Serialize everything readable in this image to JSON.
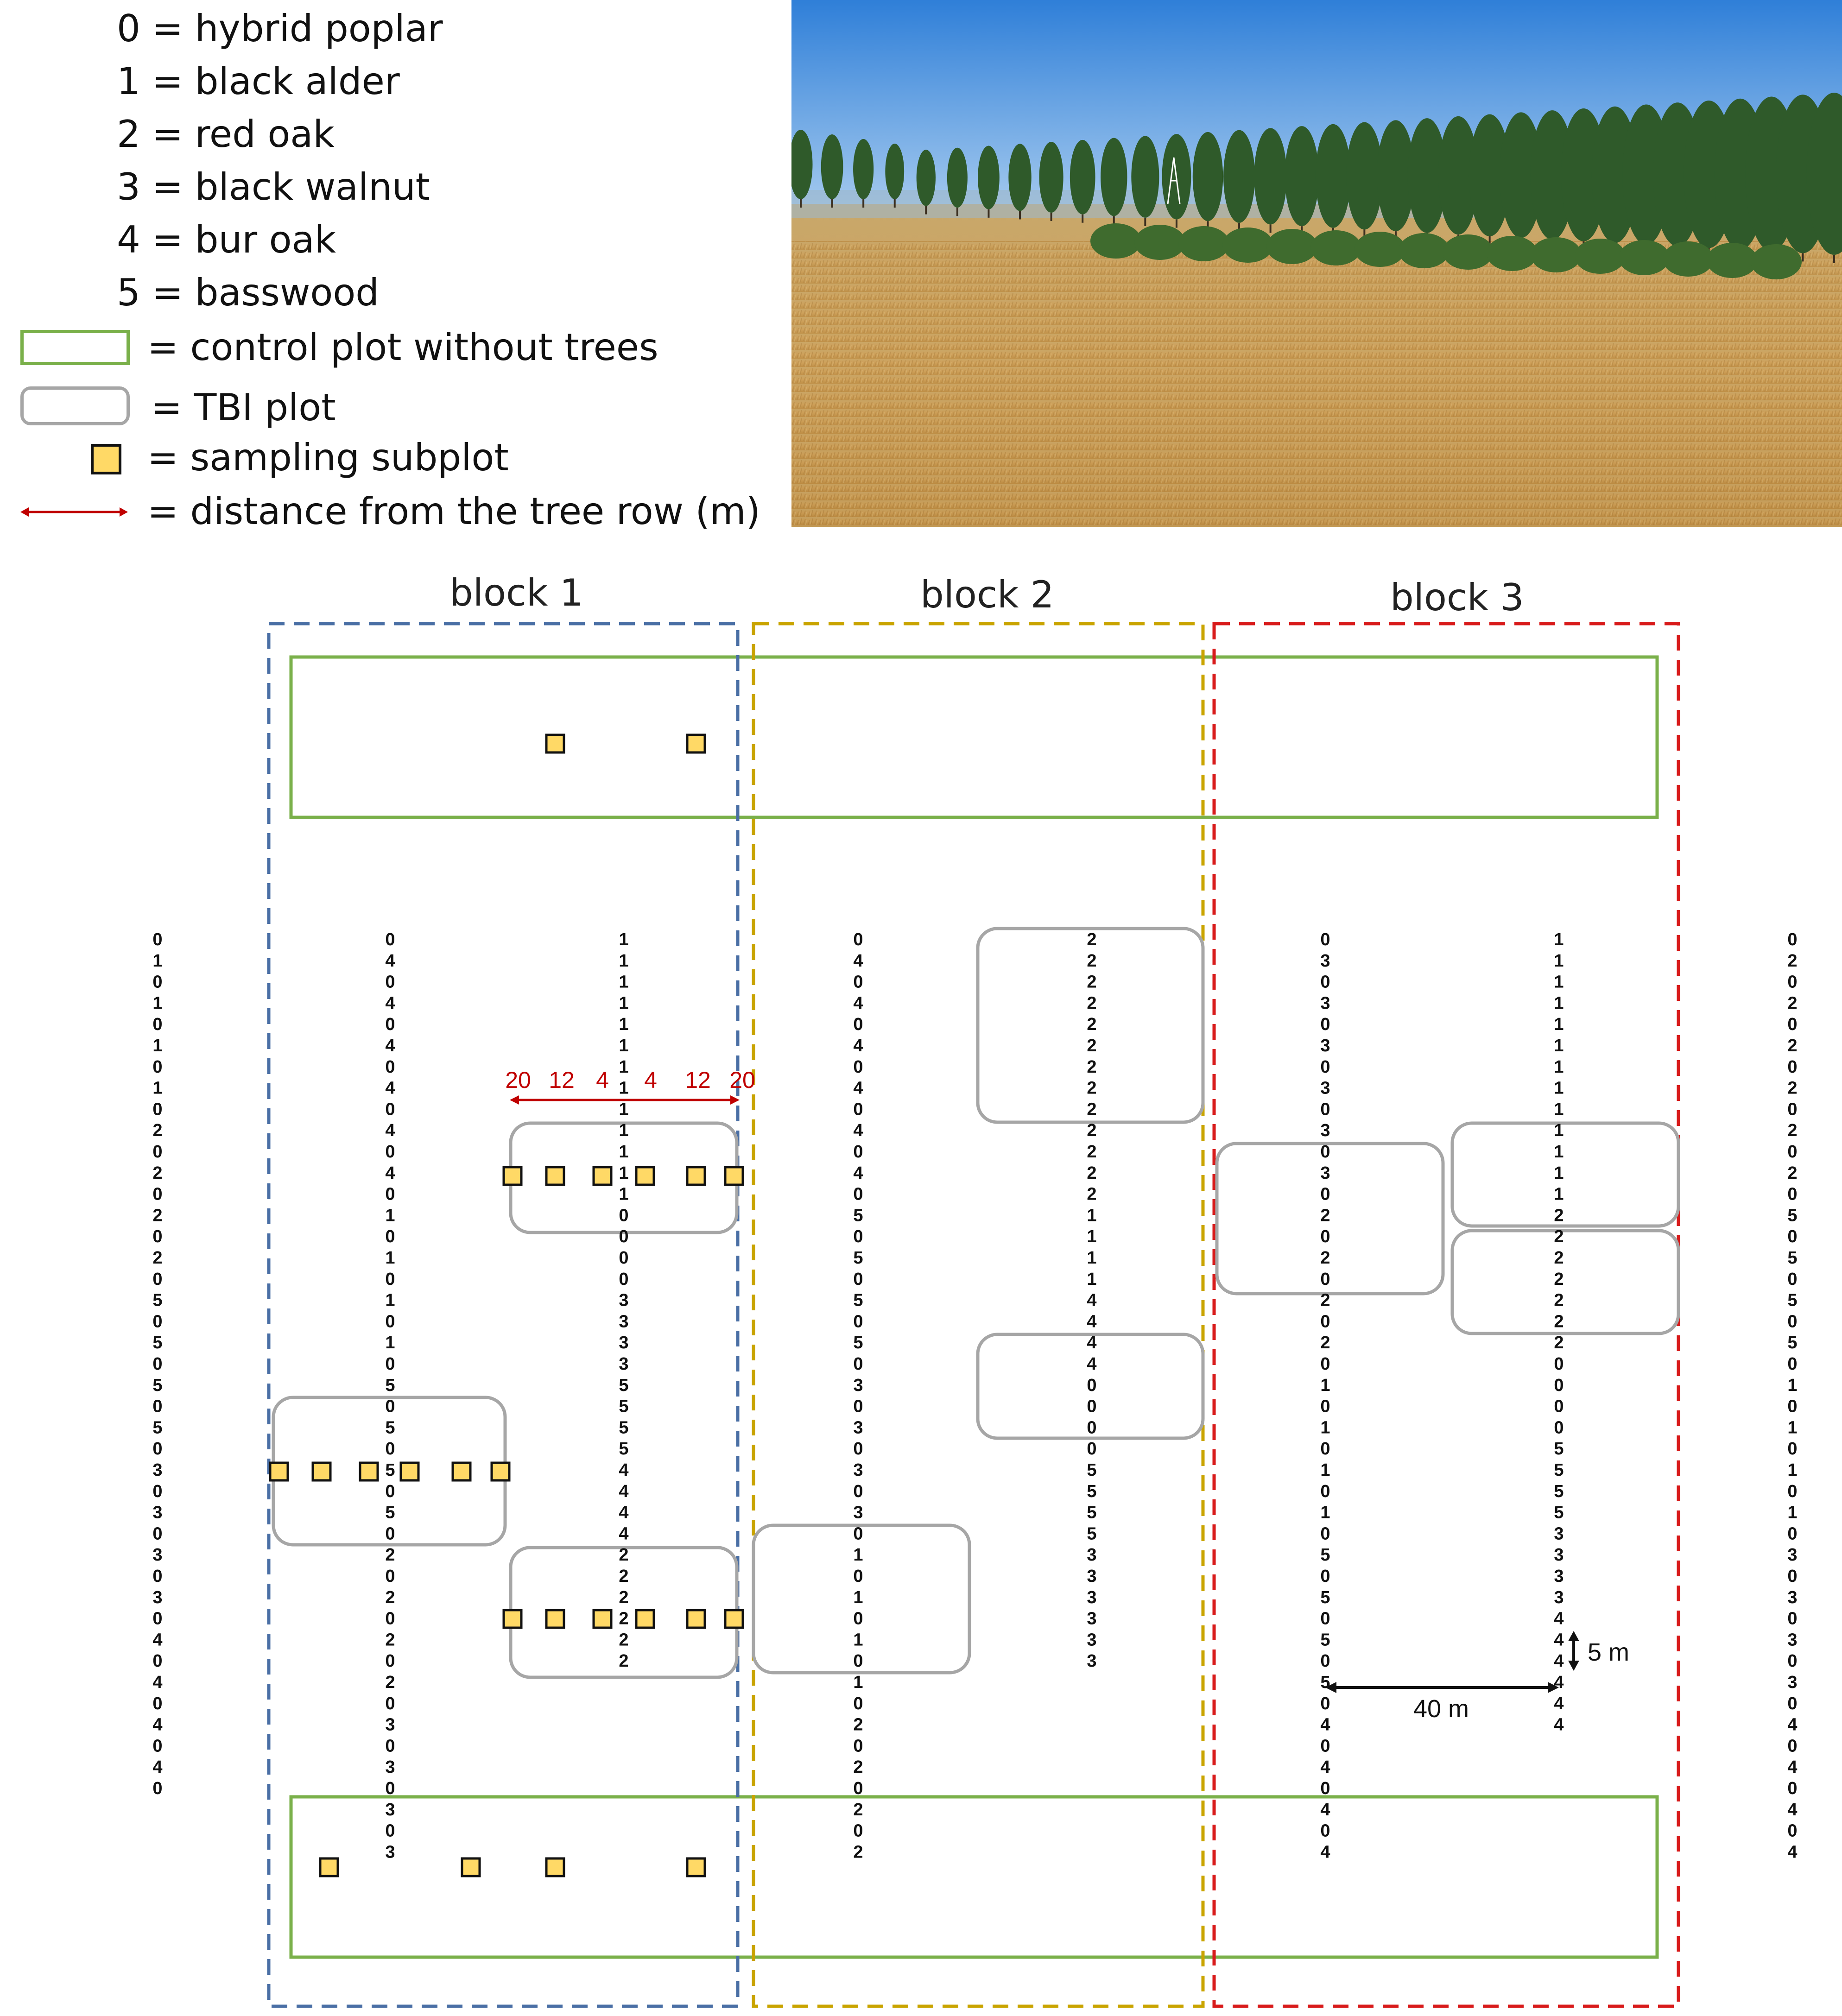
{
  "legend": {
    "species": [
      {
        "code": "0",
        "name": "hybrid poplar"
      },
      {
        "code": "1",
        "name": "black alder"
      },
      {
        "code": "2",
        "name": "red oak"
      },
      {
        "code": "3",
        "name": "black walnut"
      },
      {
        "code": "4",
        "name": "bur oak"
      },
      {
        "code": "5",
        "name": "basswood"
      }
    ],
    "control_plot": "= control plot without trees",
    "tbi_plot": "= TBI plot",
    "sampling_subplot": "= sampling subplot",
    "distance": "= distance from the tree row (m)"
  },
  "blocks": [
    {
      "label": "block 1",
      "color": "#4a6fa5"
    },
    {
      "label": "block 2",
      "color": "#c9a400"
    },
    {
      "label": "block 3",
      "color": "#d81b1b"
    }
  ],
  "colors": {
    "control_plot": "#7ab04a",
    "tbi_plot": "#a6a6a6",
    "subplot_fill": "#ffd966",
    "distance_arrow": "#c00000",
    "sky": "#5aa3e6",
    "wheat": "#c9a25a",
    "trees": "#2f5a2a"
  },
  "tree_rows": [
    "01010101020202020505050503030303040404040",
    "04040404040401010101050505050202020203030303",
    "11111111111110000333355554444222222",
    "04040404040405050505030303030101010102020202",
    "22222222222221111444400005555333333",
    "03030303030302020202010101010505050504040404",
    "11111111111112222222000055553333444444",
    "02020202020205050505010101010303030304040404"
  ],
  "distance_labels": [
    "20",
    "12",
    "4",
    "4",
    "12",
    "20"
  ],
  "scale": {
    "row_spacing": "40 m",
    "tree_spacing": "5 m"
  }
}
